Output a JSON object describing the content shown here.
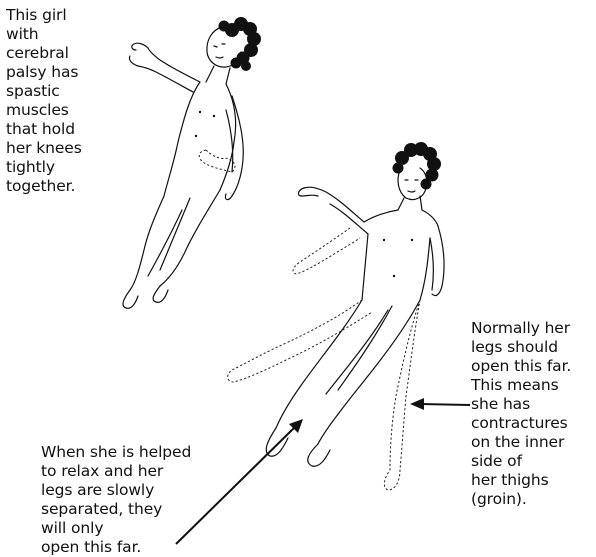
{
  "captions": {
    "top_left": "This girl\nwith\ncerebral\npalsy has\nspastic\nmuscles\nthat hold\nher knees\ntightly\ntogether.",
    "right": "Normally her\nlegs should\nopen this far.\nThis means\nshe has\ncontractures\non the inner\nside of\nher thighs\n(groin).",
    "bottom": "When she is helped\nto relax and her\nlegs are slowly\nseparated, they\nwill only\nopen this far."
  },
  "icons": [
    "girl-figure-lying-icon",
    "girl-figure-standing-icon",
    "arrow-left-icon",
    "arrow-up-right-icon"
  ]
}
